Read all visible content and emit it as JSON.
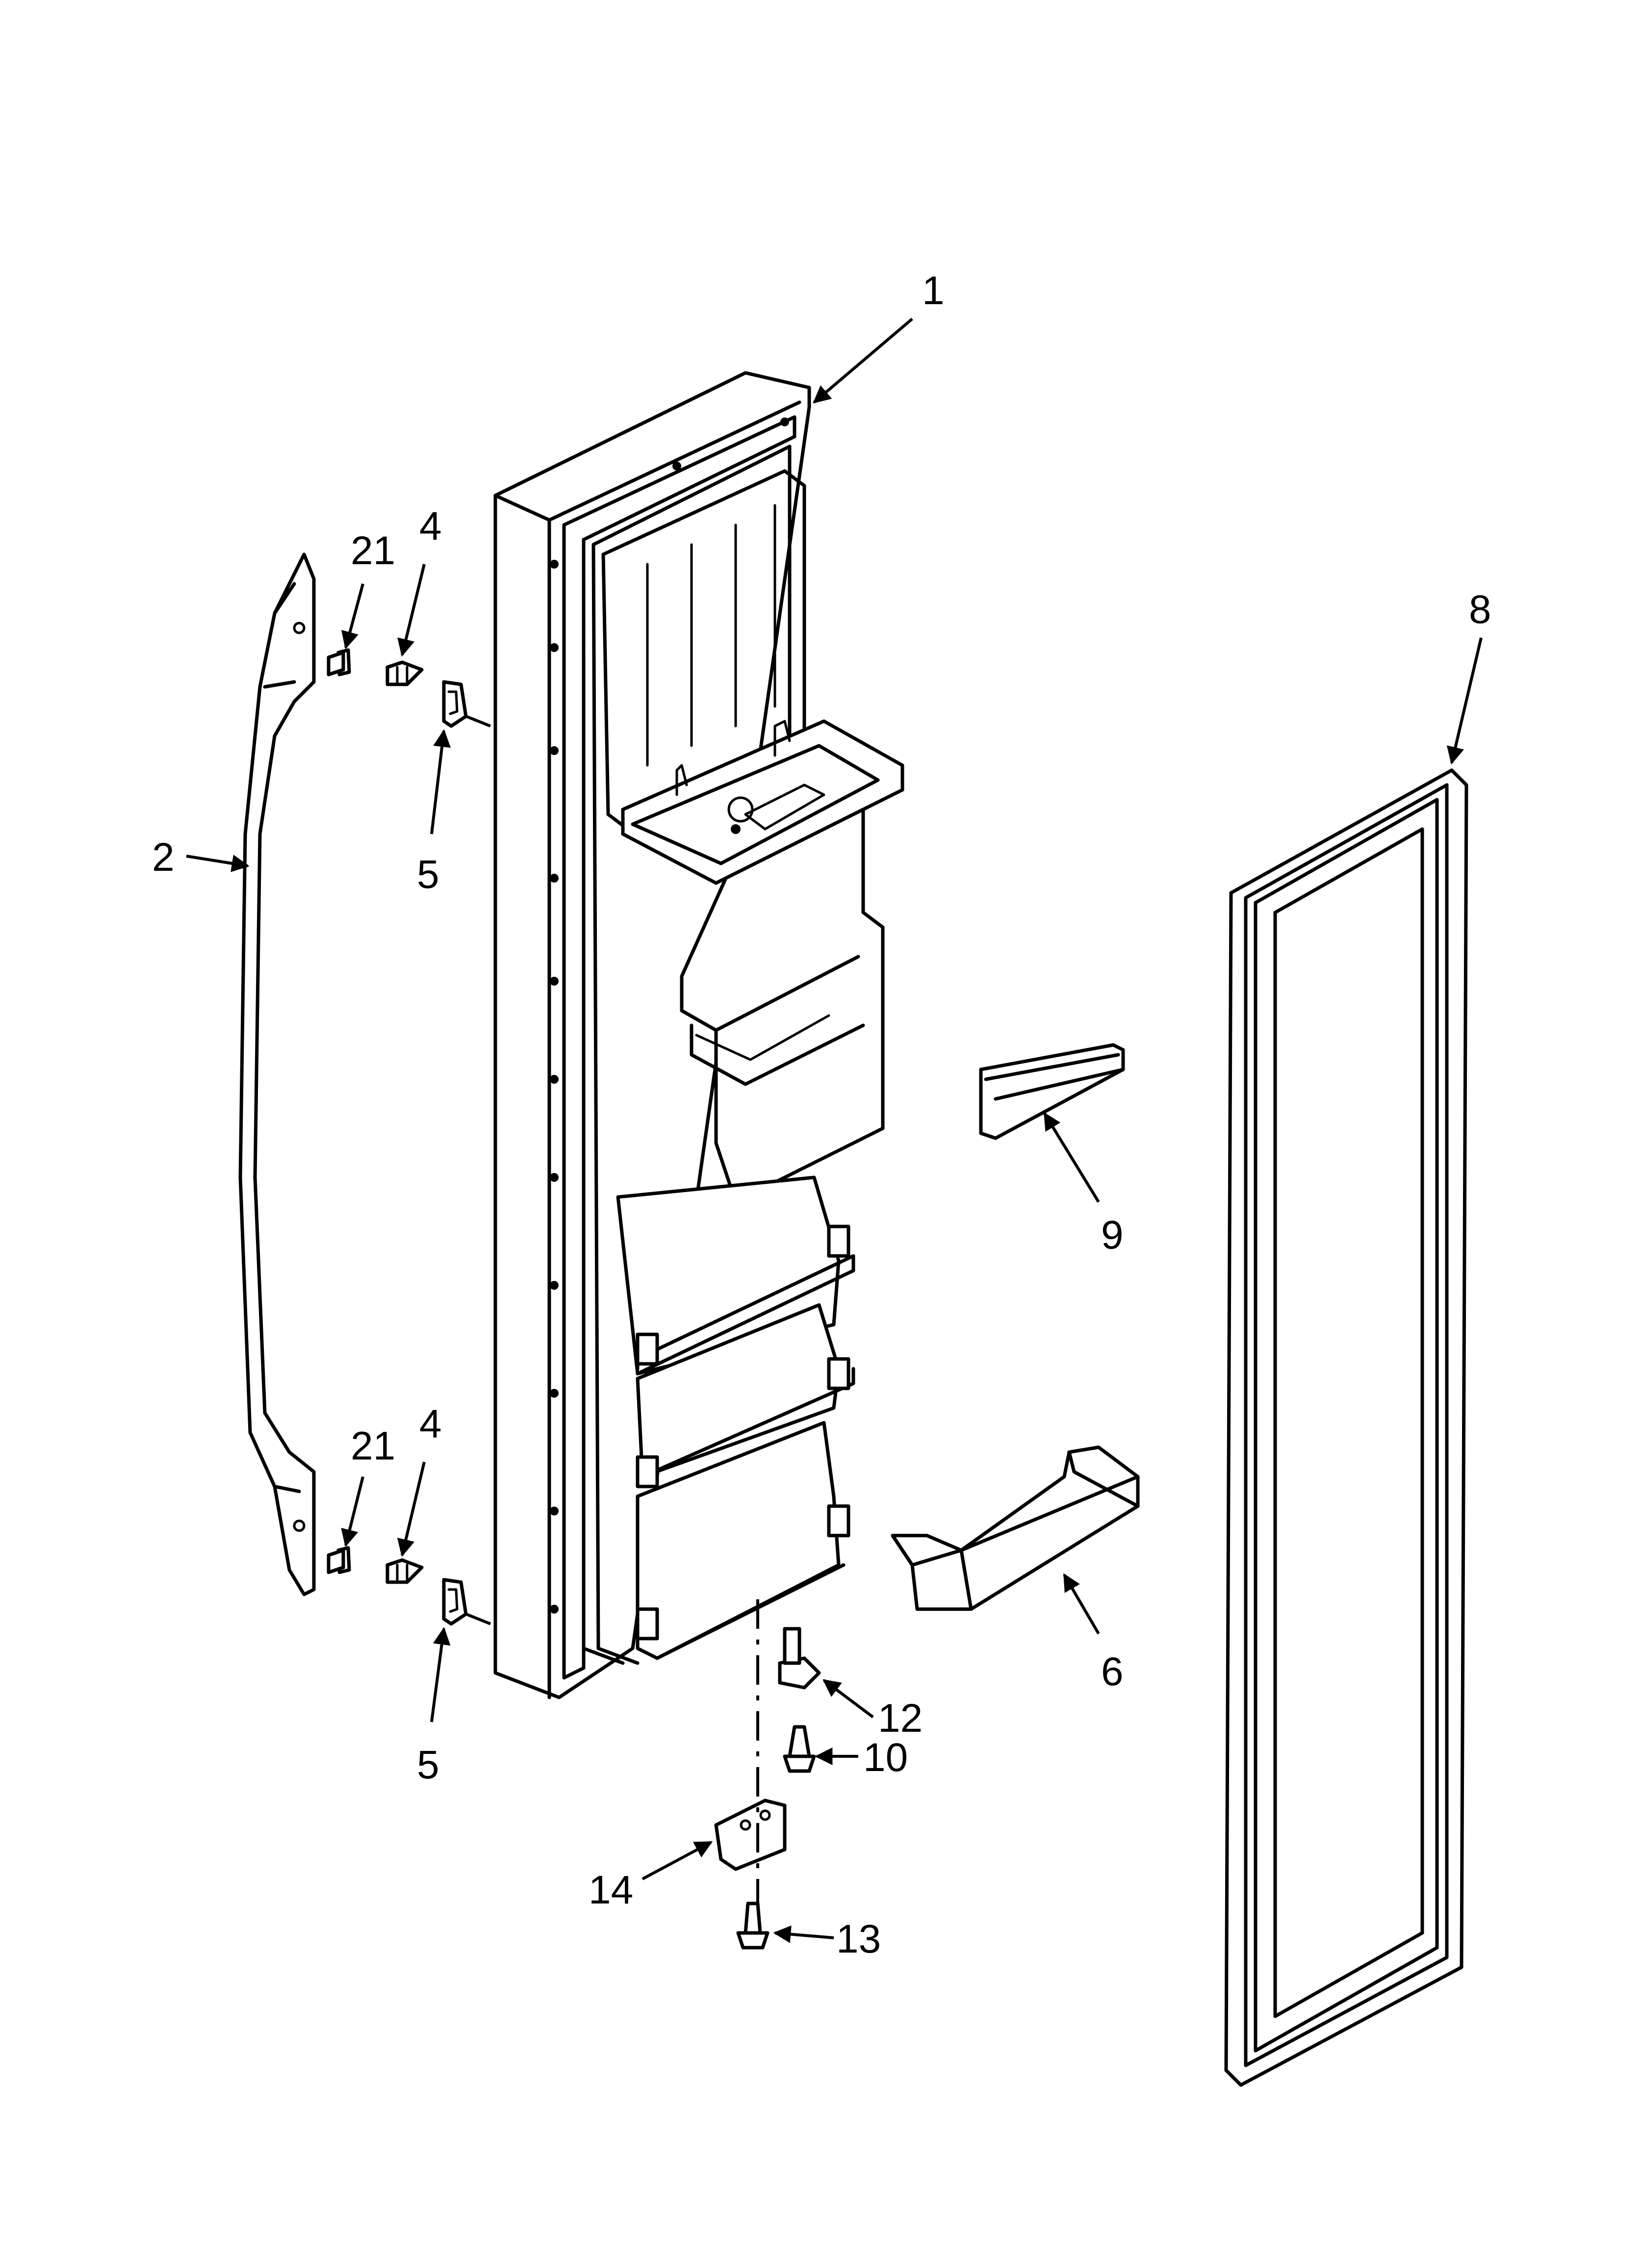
{
  "diagram": {
    "callouts": {
      "c1": "1",
      "c2": "2",
      "c4_top": "4",
      "c4_bottom": "4",
      "c5_top": "5",
      "c5_bottom": "5",
      "c6": "6",
      "c8": "8",
      "c9": "9",
      "c10": "10",
      "c12": "12",
      "c13": "13",
      "c14": "14",
      "c21_top": "21",
      "c21_bottom": "21"
    }
  }
}
